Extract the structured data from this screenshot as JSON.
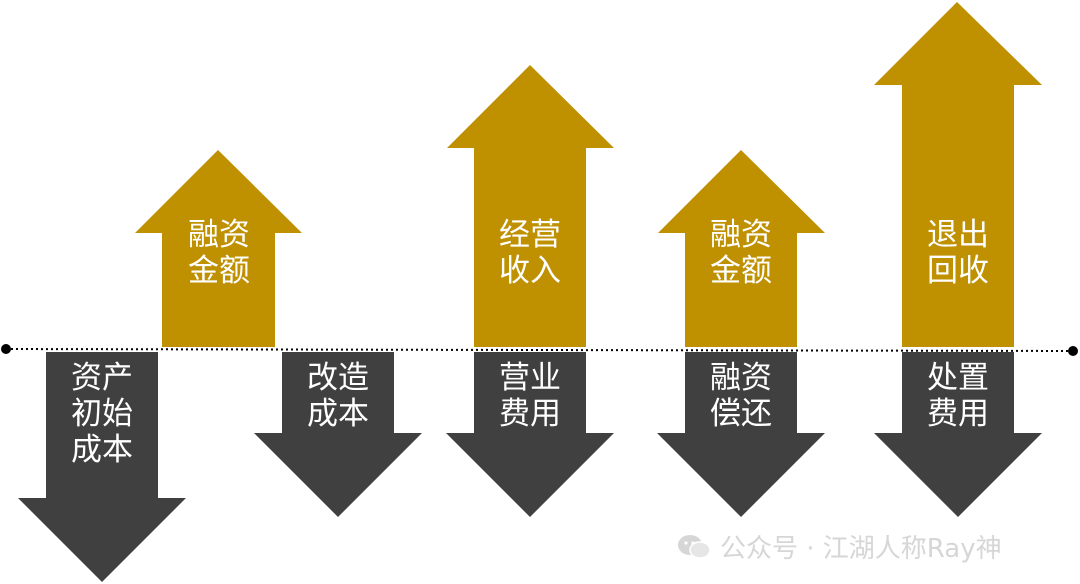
{
  "colors": {
    "inflow": "#bf9000",
    "outflow": "#404040",
    "axis": "#000000"
  },
  "up_arrows": [
    {
      "line1": "融资",
      "line2": "金额"
    },
    {
      "line1": "经营",
      "line2": "收入"
    },
    {
      "line1": "融资",
      "line2": "金额"
    },
    {
      "line1": "退出",
      "line2": "回收"
    }
  ],
  "down_arrows": [
    {
      "line1": "资产",
      "line2": "初始",
      "line3": "成本"
    },
    {
      "line1": "改造",
      "line2": "成本"
    },
    {
      "line1": "营业",
      "line2": "费用"
    },
    {
      "line1": "融资",
      "line2": "偿还"
    },
    {
      "line1": "处置",
      "line2": "费用"
    }
  ],
  "watermark": {
    "text": "公众号 · 江湖人称Ray神",
    "icon": "wechat-icon"
  }
}
